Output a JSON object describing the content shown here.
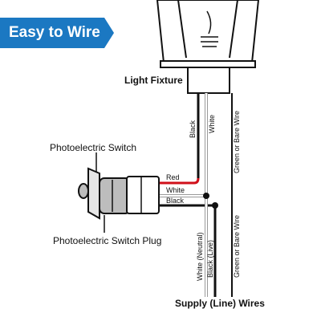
{
  "badge": {
    "text": "Easy to Wire",
    "color": "#1b78c2"
  },
  "labels": {
    "light_fixture": "Light Fixture",
    "photoelectric_switch": "Photoelectric Switch",
    "photoelectric_switch_plug": "Photoelectric Switch Plug",
    "supply_wires": "Supply (Line) Wires"
  },
  "fixture_wires": {
    "black": "Black",
    "white": "White",
    "ground": "Green or Bare Wire"
  },
  "switch_wires": {
    "red": "Red",
    "white": "White",
    "black": "Black"
  },
  "supply_line_wires": {
    "white_neutral": "White (Neutral)",
    "black_live": "Black (Live)",
    "ground": "Green or Bare Wire"
  },
  "colors": {
    "red_wire": "#d0101a",
    "black_wire": "#111111",
    "white_wire_outline": "#9a9a9a",
    "fixture_fill": "#ffffff",
    "socket_fill": "#bdbdbd"
  }
}
